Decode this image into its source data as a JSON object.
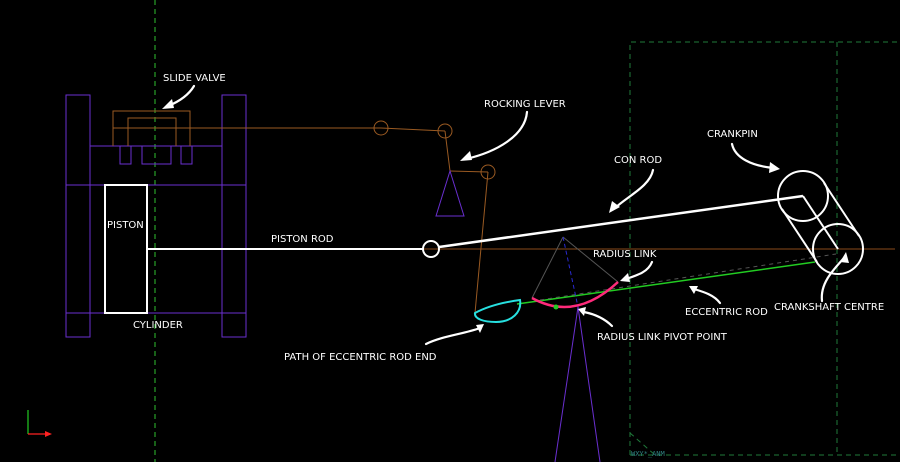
{
  "labels": {
    "slide_valve": "SLIDE VALVE",
    "rocking_lever": "ROCKING LEVER",
    "crankpin": "CRANKPIN",
    "con_rod": "CON ROD",
    "piston": "PISTON",
    "piston_rod": "PISTON ROD",
    "radius_link": "RADIUS LINK",
    "cylinder": "CYLINDER",
    "eccentric_rod": "ECCENTRIC ROD",
    "crankshaft_centre": "CRANKSHAFT CENTRE",
    "radius_link_pivot_point": "RADIUS LINK PIVOT POINT",
    "path_of_eccentric_rod_end": "PATH OF ECCENTRIC ROD END",
    "corner_tag": "WXY*_ANM"
  },
  "colors": {
    "background": "#000000",
    "cylinder_outline": "#6a2fd0",
    "valve_gear": "#9a5a22",
    "mechanism": "#ffffff",
    "eccentric_rod": "#22cc22",
    "radius_link": "#ff2a7a",
    "eccentric_path": "#27e0e0",
    "centerline": "#2fbf2f",
    "axis_x": "#ff2222",
    "axis_y": "#22cc22"
  }
}
